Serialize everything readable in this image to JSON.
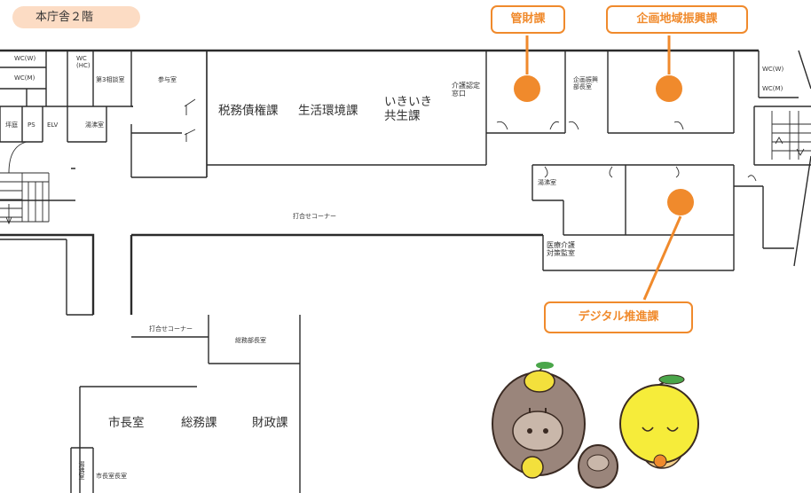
{
  "floor_label": "本庁舎２階",
  "colors": {
    "accent": "#f08a2c",
    "floor_tag_bg": "#fcdcc4",
    "wall": "#2b2b2b"
  },
  "callouts": {
    "kanzai": "管財課",
    "kikaku": "企画地域振興課",
    "digital": "デジタル推進課"
  },
  "rooms": {
    "wc_w_left": "WC(W)",
    "wc_m_left": "WC(M)",
    "wc_hc": "WC\n(HC)",
    "soudan3": "第3相談室",
    "sanyo": "参与室",
    "tsubo": "坪庭",
    "ps": "PS",
    "elv": "ELV",
    "yuwakashi1": "湯沸室",
    "zeimu": "税務債権課",
    "seikatsu": "生活環境課",
    "ikiiki": "いきいき\n共生課",
    "kaigo_madoguchi": "介護認定\n窓口",
    "kikaku_buchou": "企画振興\n部長室",
    "wc_w_right": "WC(W)",
    "wc_m_right": "WC(M)",
    "yuwakashi2": "湯沸室",
    "uchiawase1": "打合せコーナー",
    "iryo_kaigo": "医療介護\n対策監室",
    "uchiawase2": "打合せコーナー",
    "soumu_buchou": "総務部長室",
    "shichou": "市長室",
    "soumuka": "総務課",
    "zaisei": "財政課",
    "yuwakashi3": "湯沸室",
    "shichoushitsuchou": "市長室長室"
  }
}
